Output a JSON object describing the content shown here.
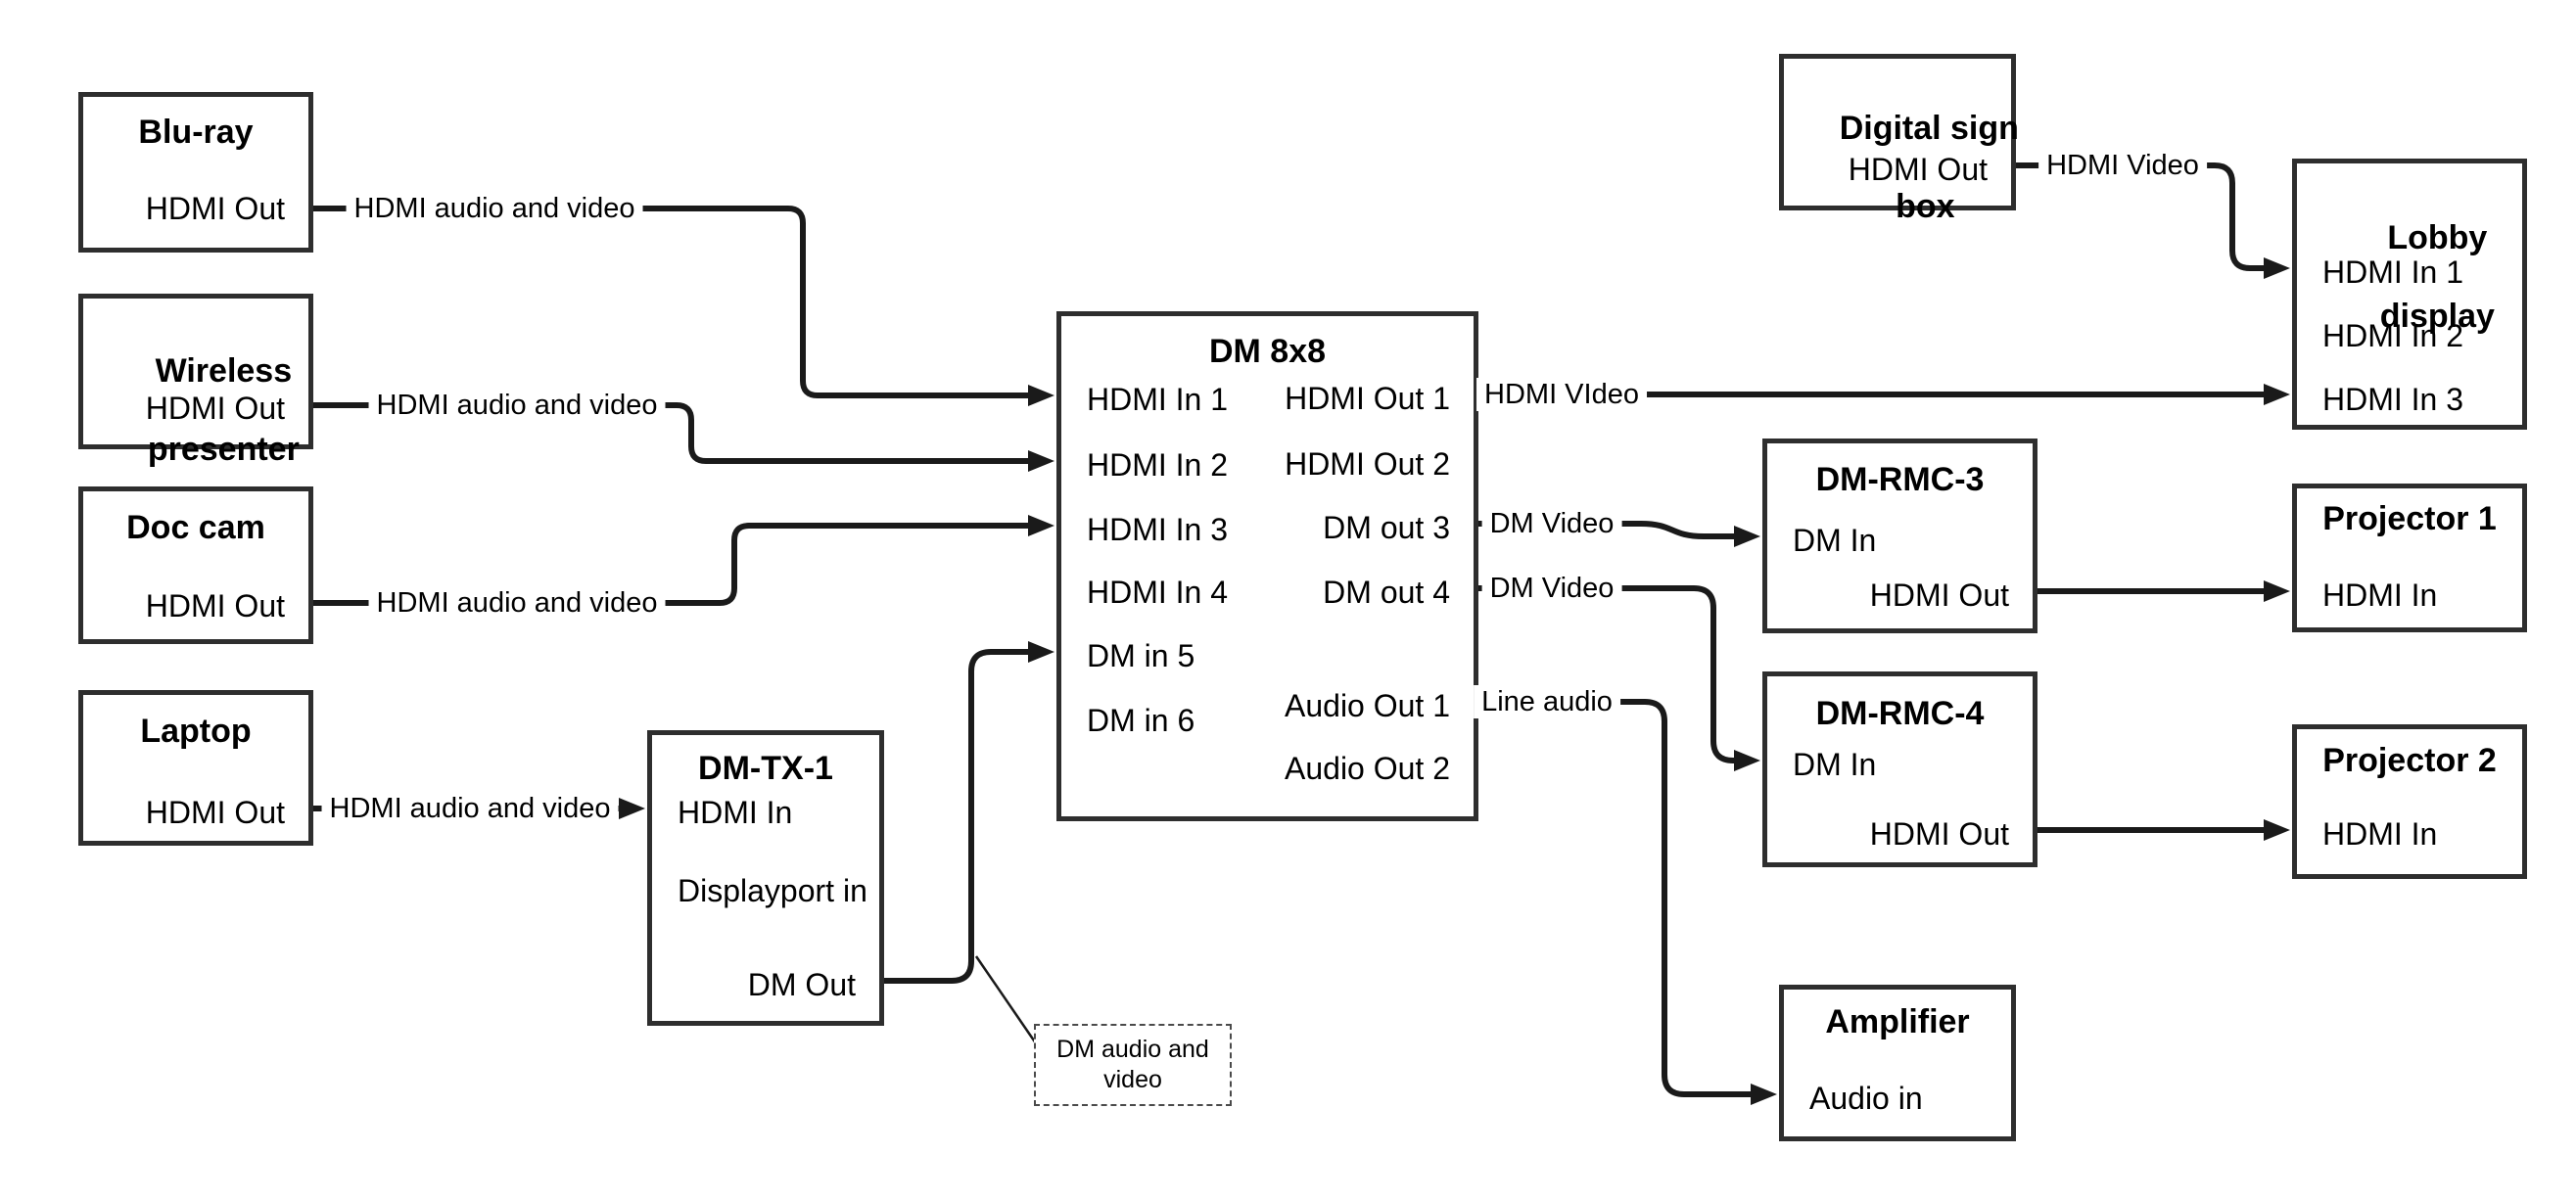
{
  "diagram": {
    "nodes": {
      "bluray": {
        "title": "Blu-ray",
        "ports": {
          "out": "HDMI Out"
        }
      },
      "wireless": {
        "title_line1": "Wireless",
        "title_line2": "presenter",
        "ports": {
          "out": "HDMI Out"
        }
      },
      "doccam": {
        "title": "Doc cam",
        "ports": {
          "out": "HDMI Out"
        }
      },
      "laptop": {
        "title": "Laptop",
        "ports": {
          "out": "HDMI Out"
        }
      },
      "dmtx1": {
        "title": "DM-TX-1",
        "ports": {
          "hdmi_in": "HDMI In",
          "dp_in": "Displayport in",
          "dm_out": "DM Out"
        }
      },
      "dm8x8": {
        "title": "DM 8x8",
        "ports": {
          "in1": "HDMI In 1",
          "in2": "HDMI In 2",
          "in3": "HDMI In 3",
          "in4": "HDMI In 4",
          "in5": "DM in 5",
          "in6": "DM in 6",
          "out1": "HDMI Out 1",
          "out2": "HDMI Out 2",
          "out3": "DM out 3",
          "out4": "DM out 4",
          "aout1": "Audio Out 1",
          "aout2": "Audio Out 2"
        }
      },
      "digital_sign": {
        "title_line1": "Digital sign",
        "title_line2": "box",
        "ports": {
          "out": "HDMI Out"
        }
      },
      "lobby": {
        "title_line1": "Lobby",
        "title_line2": "display",
        "ports": {
          "in1": "HDMI In 1",
          "in2": "HDMI In 2",
          "in3": "HDMI In 3"
        }
      },
      "dmrmc3": {
        "title": "DM-RMC-3",
        "ports": {
          "dm_in": "DM In",
          "hdmi_out": "HDMI Out"
        }
      },
      "proj1": {
        "title": "Projector 1",
        "ports": {
          "in": "HDMI In"
        }
      },
      "dmrmc4": {
        "title": "DM-RMC-4",
        "ports": {
          "dm_in": "DM In",
          "hdmi_out": "HDMI Out"
        }
      },
      "proj2": {
        "title": "Projector 2",
        "ports": {
          "in": "HDMI In"
        }
      },
      "amplifier": {
        "title": "Amplifier",
        "ports": {
          "audio_in": "Audio in"
        }
      }
    },
    "wire_labels": {
      "bluray_wire": "HDMI audio and video",
      "wireless_wire": "HDMI audio and video",
      "doccam_wire": "HDMI audio and video",
      "laptop_wire": "HDMI audio and video",
      "digital_sign_wire": "HDMI Video",
      "hdmi_out1_wire": "HDMI VIdeo",
      "dm_out3_wire": "DM Video",
      "dm_out4_wire": "DM Video",
      "audio_out1_wire": "Line audio"
    },
    "annotation": {
      "line1": "DM audio and",
      "line2": "video"
    },
    "colors": {
      "line": "#1a1a1a",
      "box_border": "#2e2e2e",
      "background": "#ffffff",
      "text": "#000000"
    }
  }
}
